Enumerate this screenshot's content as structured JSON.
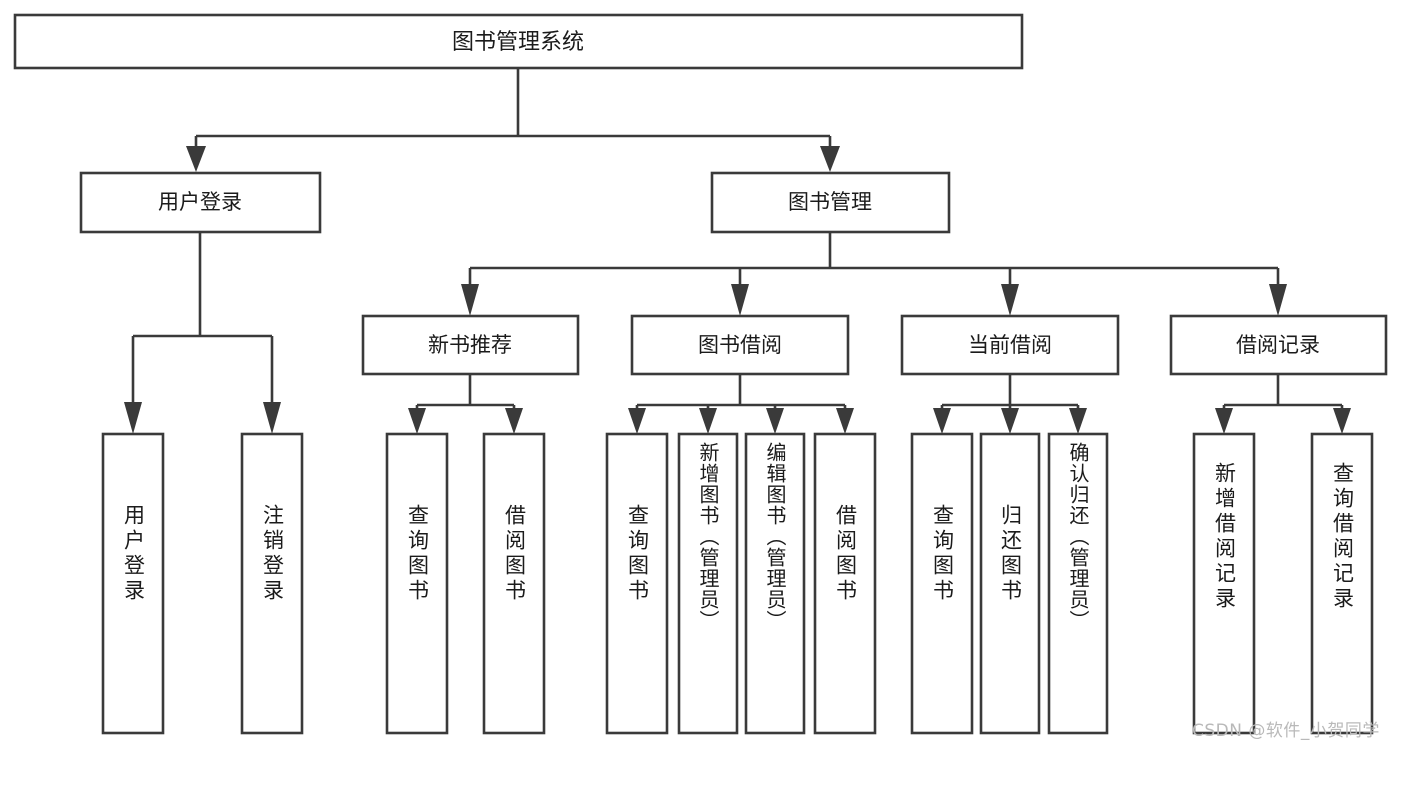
{
  "diagram": {
    "type": "tree-hierarchy",
    "title_node": {
      "id": "root",
      "label": "图书管理系统"
    },
    "level2": [
      {
        "id": "user-login",
        "label": "用户登录"
      },
      {
        "id": "book-manage",
        "label": "图书管理"
      }
    ],
    "level3": [
      {
        "id": "new-book-recommend",
        "label": "新书推荐",
        "parent": "book-manage"
      },
      {
        "id": "book-borrow",
        "label": "图书借阅",
        "parent": "book-manage"
      },
      {
        "id": "current-borrow",
        "label": "当前借阅",
        "parent": "book-manage"
      },
      {
        "id": "borrow-record",
        "label": "借阅记录",
        "parent": "book-manage"
      }
    ],
    "leaves": [
      {
        "id": "leaf-user-login",
        "label": "用户登录",
        "parent": "user-login"
      },
      {
        "id": "leaf-logout-login",
        "label": "注销登录",
        "parent": "user-login"
      },
      {
        "id": "leaf-query-book-1",
        "label": "查询图书",
        "parent": "new-book-recommend"
      },
      {
        "id": "leaf-borrow-book-1",
        "label": "借阅图书",
        "parent": "new-book-recommend"
      },
      {
        "id": "leaf-query-book-2",
        "label": "查询图书",
        "parent": "book-borrow"
      },
      {
        "id": "leaf-add-book",
        "label": "新增图书（管理员）",
        "parent": "book-borrow"
      },
      {
        "id": "leaf-edit-book",
        "label": "编辑图书（管理员）",
        "parent": "book-borrow"
      },
      {
        "id": "leaf-borrow-book-2",
        "label": "借阅图书",
        "parent": "book-borrow"
      },
      {
        "id": "leaf-query-book-3",
        "label": "查询图书",
        "parent": "current-borrow"
      },
      {
        "id": "leaf-return-book",
        "label": "归还图书",
        "parent": "current-borrow"
      },
      {
        "id": "leaf-confirm-return",
        "label": "确认归还（管理员）",
        "parent": "current-borrow"
      },
      {
        "id": "leaf-add-record",
        "label": "新增借阅记录",
        "parent": "borrow-record"
      },
      {
        "id": "leaf-query-record",
        "label": "查询借阅记录",
        "parent": "borrow-record"
      }
    ],
    "colors": {
      "stroke": "#3a3a3a",
      "fill": "#ffffff",
      "text": "#1b1b1b",
      "watermark": "#b9b9b9"
    }
  },
  "watermark": {
    "text": "CSDN @软件_小贺同学"
  }
}
